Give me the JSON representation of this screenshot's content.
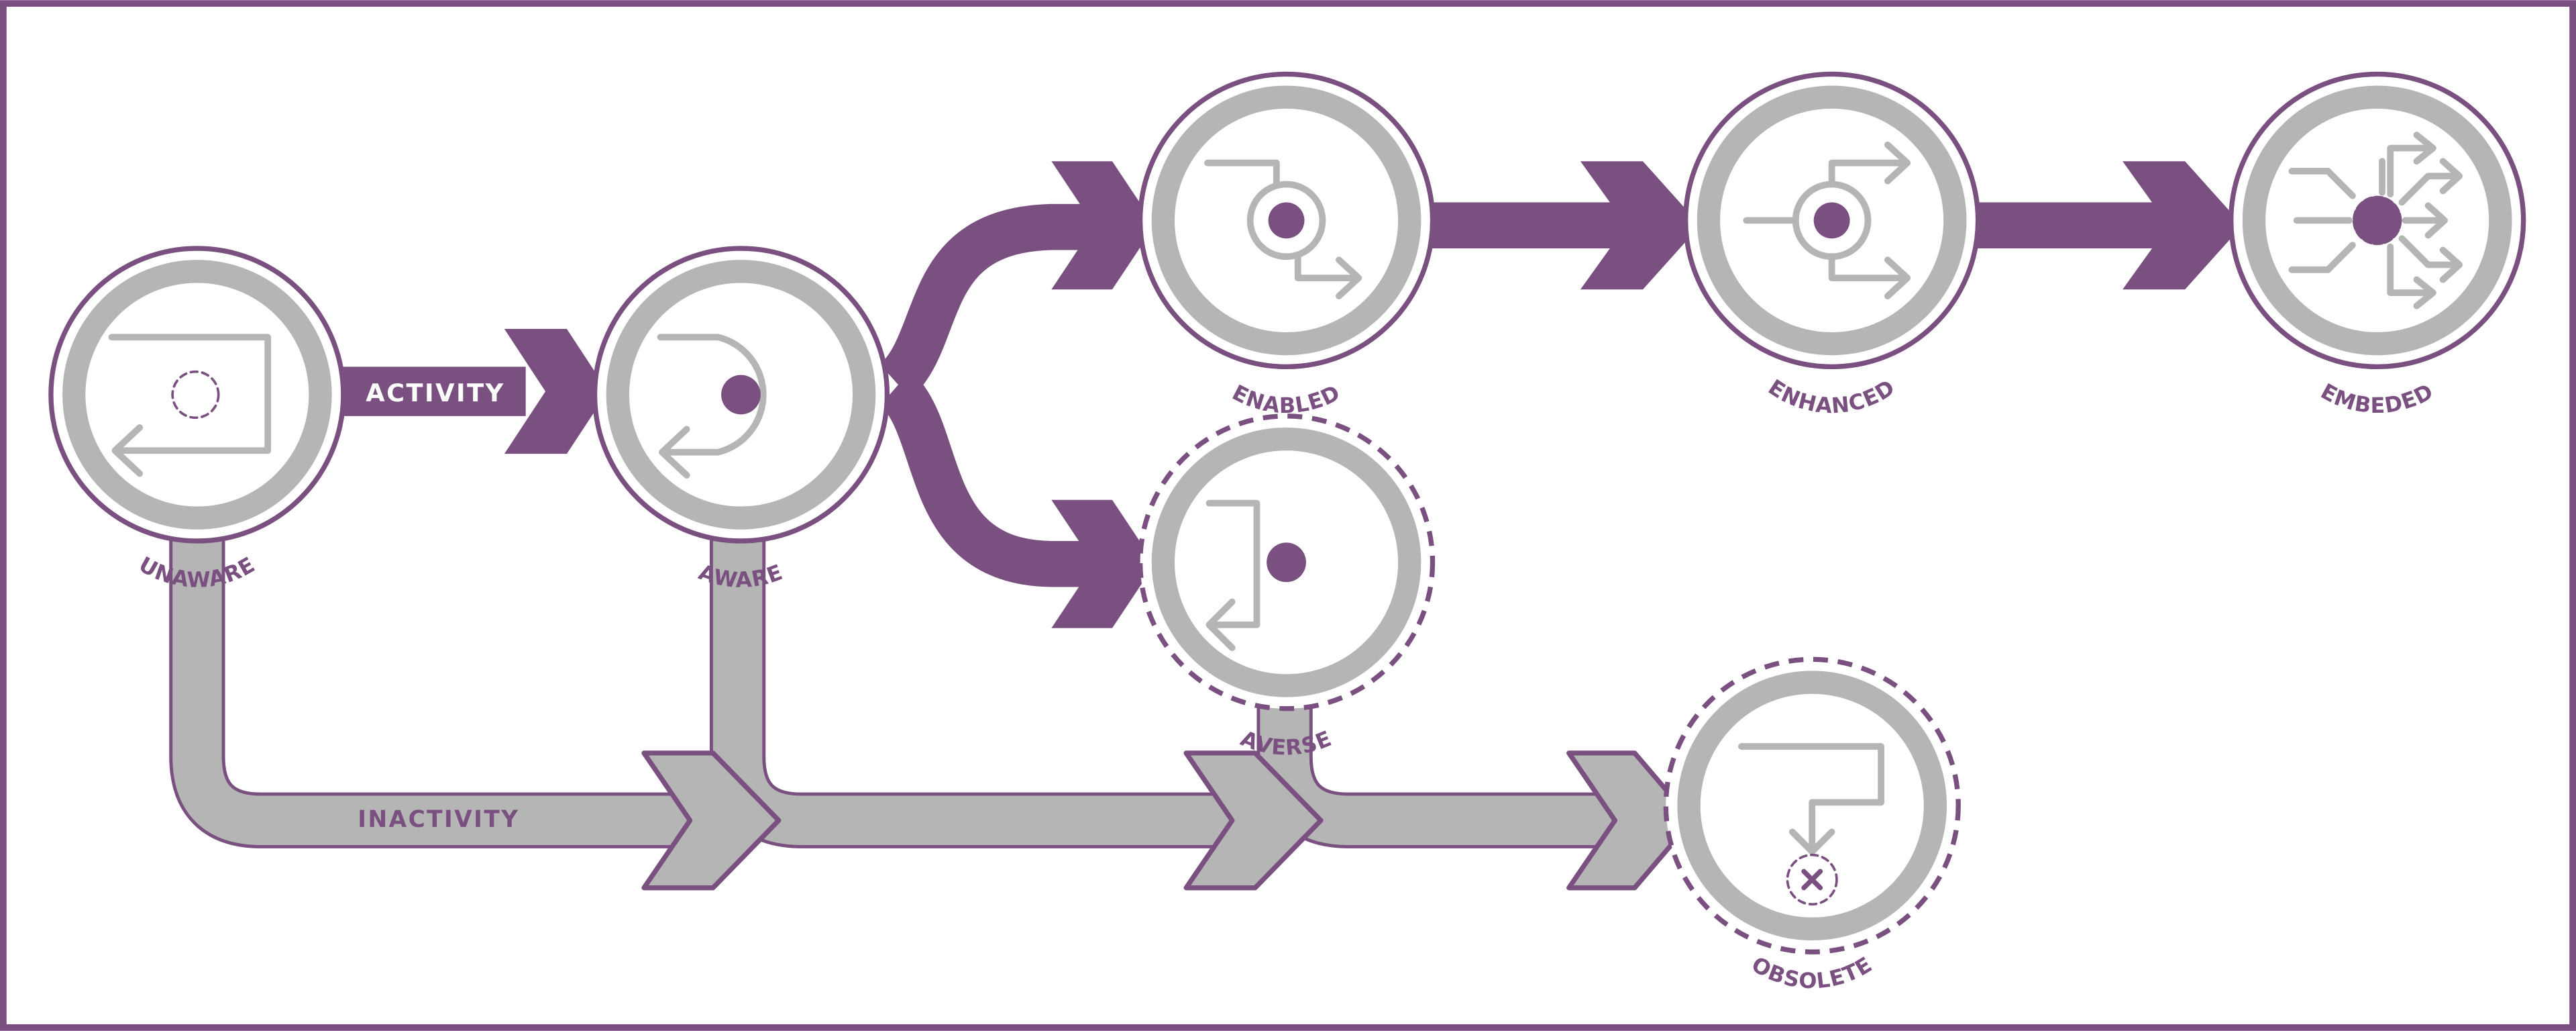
{
  "colors": {
    "purple": "#79507f",
    "gray": "#b6b5b6",
    "white": "#ffffff"
  },
  "flows": {
    "activity_label": "ACTIVITY",
    "inactivity_label": "INACTIVITY"
  },
  "stages": [
    {
      "id": "unaware",
      "label": "UNAWARE",
      "icon": "unaware-loop-icon",
      "style": "solid"
    },
    {
      "id": "aware",
      "label": "AWARE",
      "icon": "aware-return-icon",
      "style": "solid"
    },
    {
      "id": "enabled",
      "label": "ENABLED",
      "icon": "enabled-process-icon",
      "style": "solid"
    },
    {
      "id": "enhanced",
      "label": "ENHANCED",
      "icon": "enhanced-branch-icon",
      "style": "solid"
    },
    {
      "id": "embedded",
      "label": "EMBEDED",
      "icon": "embedded-network-icon",
      "style": "solid"
    },
    {
      "id": "averse",
      "label": "AVERSE",
      "icon": "averse-return-icon",
      "style": "dashed"
    },
    {
      "id": "obsolete",
      "label": "OBSOLETE",
      "icon": "obsolete-terminate-icon",
      "style": "dashed"
    }
  ]
}
